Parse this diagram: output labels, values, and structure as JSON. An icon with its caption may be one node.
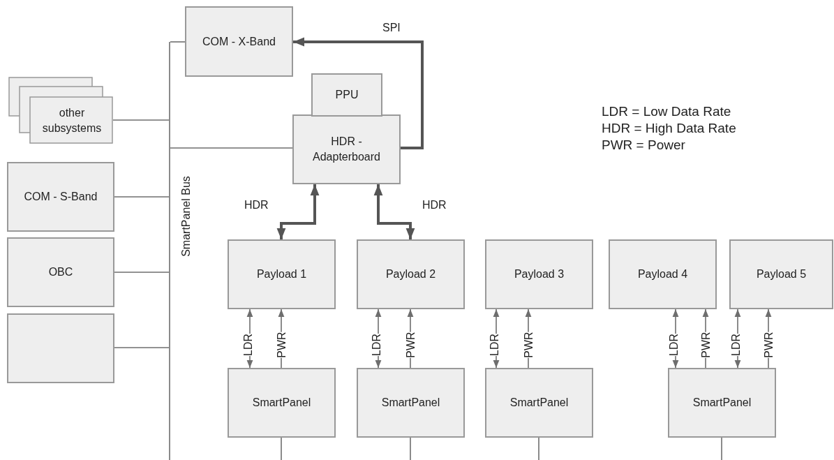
{
  "diagram": {
    "nodes": [
      {
        "text": [
          "COM - X-Band"
        ]
      },
      {
        "text": [
          "PPU"
        ]
      },
      {
        "text": [
          "HDR - Adapterboard"
        ]
      },
      {
        "text": [
          "other subsystems"
        ]
      },
      {
        "text": [
          "COM - S-Band"
        ]
      },
      {
        "text": [
          "OBC"
        ]
      },
      {
        "text": [],
        "shape": "box"
      },
      {
        "text": [],
        "shape": "bar",
        "beside": [
          "SmartPanel Bus"
        ]
      },
      {
        "text": [
          "Payload 1"
        ]
      },
      {
        "text": [
          "Payload 2"
        ]
      },
      {
        "text": [
          "Payload 3"
        ]
      },
      {
        "text": [
          "Payload 4"
        ]
      },
      {
        "text": [
          "Payload 5"
        ]
      },
      {
        "text": [
          "SmartPanel"
        ]
      },
      {
        "text": [
          "SmartPanel"
        ]
      },
      {
        "text": [
          "SmartPanel"
        ]
      },
      {
        "text": [
          "SmartPanel"
        ]
      }
    ],
    "edges": [
      {
        "from": 0,
        "to": 7,
        "arrow": "none"
      },
      {
        "from": 3,
        "to": 7,
        "arrow": "none"
      },
      {
        "from": 2,
        "to": 7,
        "arrow": "none"
      },
      {
        "from": 4,
        "to": 7,
        "arrow": "none"
      },
      {
        "from": 5,
        "to": 7,
        "arrow": "none"
      },
      {
        "from": 6,
        "to": 7,
        "arrow": "none"
      },
      {
        "from": 2,
        "to": 0,
        "arrow": "to",
        "label": "SPI",
        "style": "thick"
      },
      {
        "from": 8,
        "to": 2,
        "arrow": "both",
        "label": "HDR",
        "style": "thick"
      },
      {
        "from": 9,
        "to": 2,
        "arrow": "both",
        "label": "HDR",
        "style": "thick"
      },
      {
        "from": 13,
        "to": 8,
        "arrow": "both",
        "label": "LDR"
      },
      {
        "from": 13,
        "to": 8,
        "arrow": "to",
        "label": "PWR"
      },
      {
        "from": 14,
        "to": 9,
        "arrow": "both",
        "label": "LDR"
      },
      {
        "from": 14,
        "to": 9,
        "arrow": "to",
        "label": "PWR"
      },
      {
        "from": 15,
        "to": 10,
        "arrow": "both",
        "label": "LDR"
      },
      {
        "from": 15,
        "to": 10,
        "arrow": "to",
        "label": "PWR"
      },
      {
        "from": 16,
        "to": 11,
        "arrow": "both",
        "label": "LDR"
      },
      {
        "from": 16,
        "to": 11,
        "arrow": "to",
        "label": "PWR"
      },
      {
        "from": 16,
        "to": 12,
        "arrow": "both",
        "label": "LDR"
      },
      {
        "from": 16,
        "to": 12,
        "arrow": "to",
        "label": "PWR"
      },
      {
        "from": 13,
        "to": null,
        "arrow": "none"
      },
      {
        "from": 14,
        "to": null,
        "arrow": "none"
      },
      {
        "from": 15,
        "to": null,
        "arrow": "none"
      },
      {
        "from": 16,
        "to": null,
        "arrow": "none"
      }
    ],
    "labels": [
      "LDR = Low Data Rate",
      "HDR = High Data Rate",
      "PWR = Power"
    ]
  }
}
